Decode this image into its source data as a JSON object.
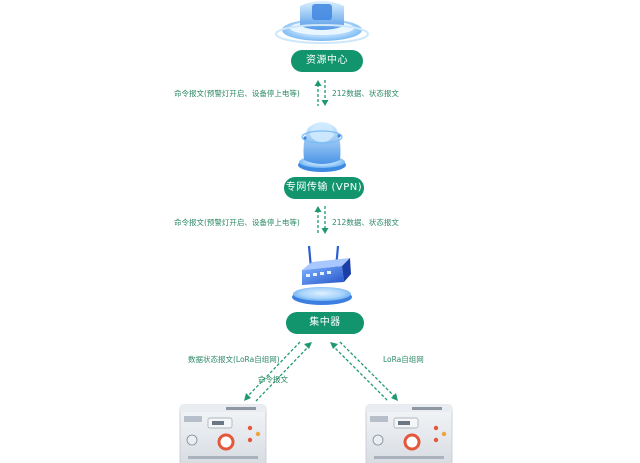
{
  "nodes": {
    "resource_center": "资源中心",
    "vpn": "专网传输 (VPN)",
    "concentrator": "集中器"
  },
  "edges": {
    "top_left": "命令报文(预警灯开启、设备停上电等)",
    "top_right": "212数据、状态报文",
    "mid_left": "命令报文(预警灯开启、设备停上电等)",
    "mid_right": "212数据、状态报文",
    "bottom_left_upper": "数据状态报文(LoRa自组网)",
    "bottom_left_lower": "命令报文",
    "bottom_right": "LoRa自组网"
  },
  "colors": {
    "label_bg": "#12956c",
    "edge_text": "#2d8a66",
    "arrow": "#1f9a6f"
  }
}
